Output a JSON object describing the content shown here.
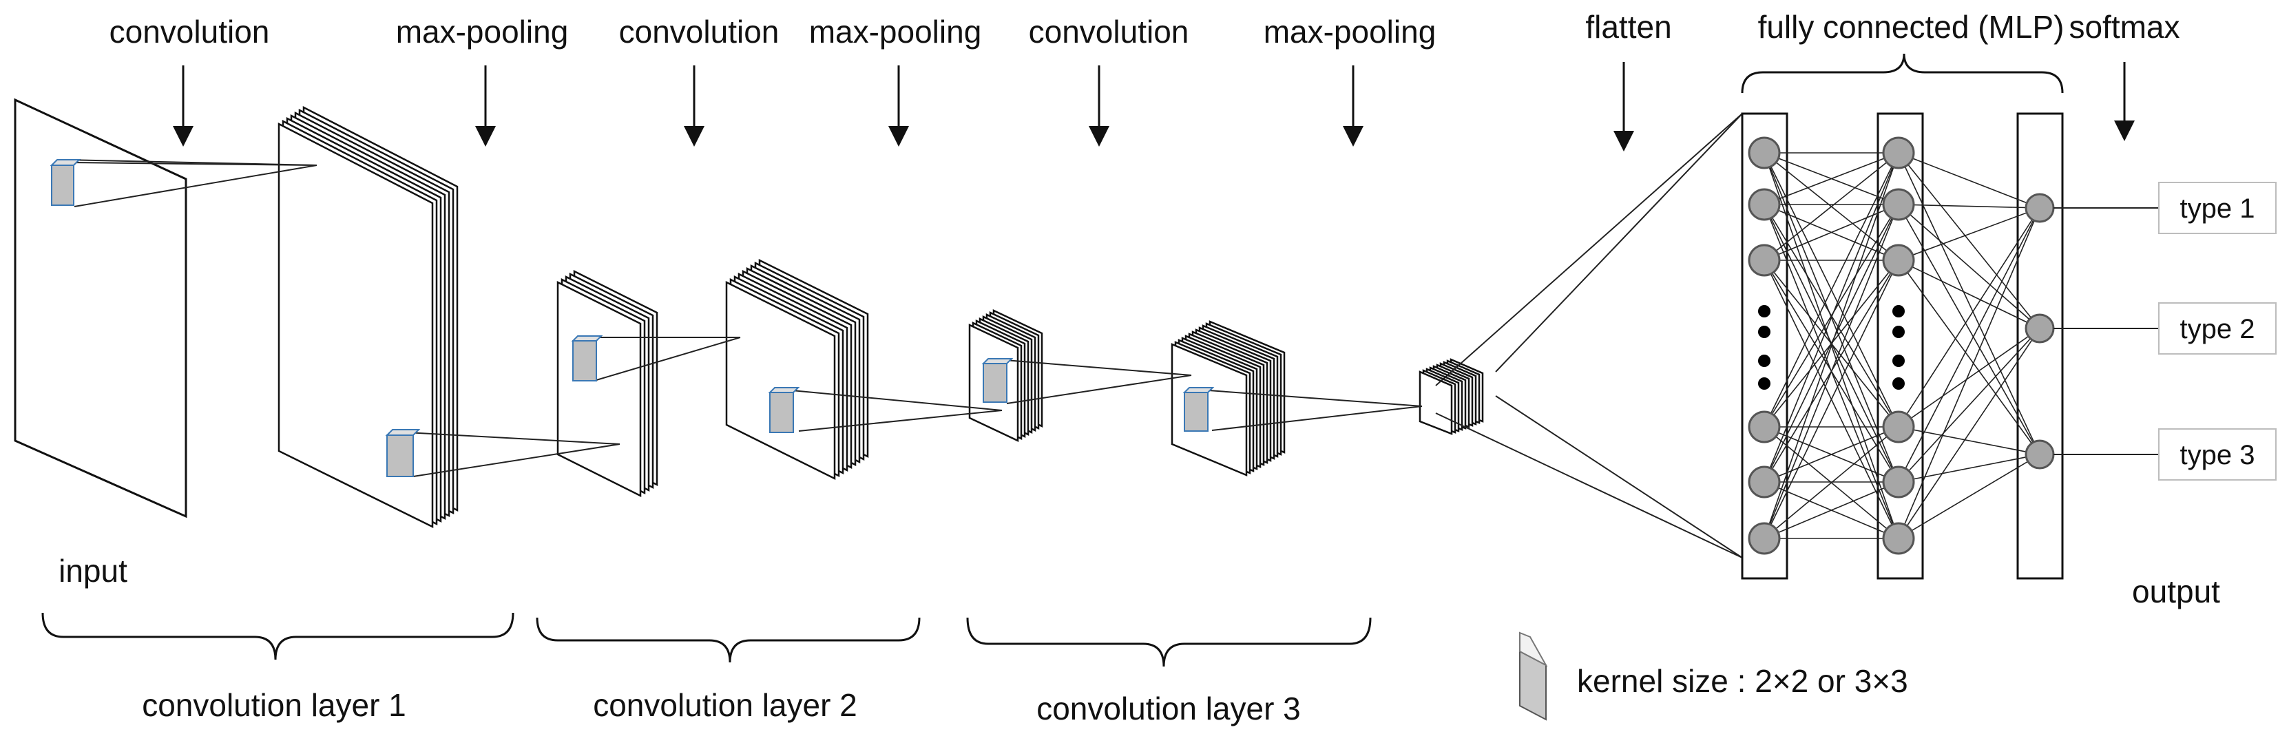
{
  "top_labels": {
    "conv1": "convolution",
    "pool1": "max-pooling",
    "conv2": "convolution",
    "pool2": "max-pooling",
    "conv3": "convolution",
    "pool3": "max-pooling",
    "flatten": "flatten",
    "mlp": "fully connected  (MLP)",
    "softmax": "softmax"
  },
  "input_label": "input",
  "output_label": "output",
  "layer_groups": [
    "convolution layer 1",
    "convolution layer 2",
    "convolution layer 3"
  ],
  "outputs": [
    "type 1",
    "type 2",
    "type 3"
  ],
  "legend": {
    "kernel_text": "kernel size : 2×2 or 3×3"
  },
  "colors": {
    "kernel_fill": "#c0c0c0",
    "kernel_edge": "#3a78b5",
    "node_fill": "#a6a6a6",
    "line": "#111111"
  }
}
